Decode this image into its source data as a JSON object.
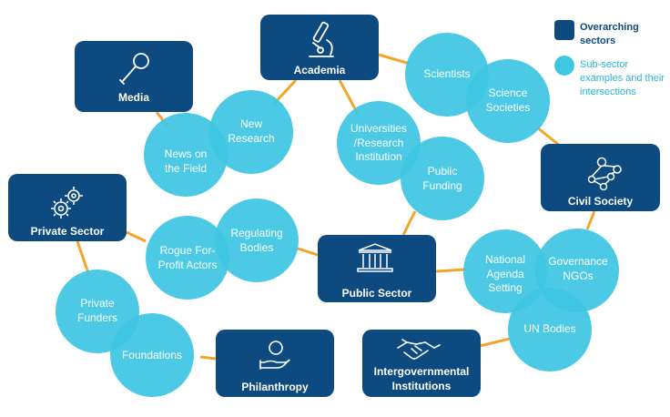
{
  "legend": {
    "sector_label": "Overarching sectors",
    "subsector_label": "Sub-sector examples and their intersections",
    "sector_color": "#0c4a80",
    "subsector_color": "#3ec6e3"
  },
  "colors": {
    "connector": "#f3a52a",
    "sector": "#0c4a80",
    "subsector": "#3ec6e3"
  },
  "sectors": {
    "academia": {
      "label": "Academia",
      "icon": "microscope-icon"
    },
    "media": {
      "label": "Media",
      "icon": "microphone-icon"
    },
    "private_sector": {
      "label": "Private Sector",
      "icon": "gears-icon"
    },
    "civil_society": {
      "label": "Civil Society",
      "icon": "network-icon"
    },
    "public_sector": {
      "label": "Public Sector",
      "icon": "government-building-icon"
    },
    "intergovernmental": {
      "label": "Intergovernmental Institutions",
      "icon": "handshake-icon"
    },
    "philanthropy": {
      "label": "Philanthropy",
      "icon": "coin-in-hand-icon"
    }
  },
  "subsectors": {
    "scientists": "Scientists",
    "science_societies": "Science Societies",
    "new_research": "New Research",
    "news_on_field": "News on the Field",
    "universities": "Universities /Research Institution",
    "public_funding": "Public Funding",
    "regulating_bodies": "Regulating Bodies",
    "rogue_actors": "Rogue For-Profit Actors",
    "national_agenda": "National Agenda Setting",
    "governance_ngos": "Governance NGOs",
    "un_bodies": "UN Bodies",
    "private_funders": "Private Funders",
    "foundations": "Foundations"
  }
}
